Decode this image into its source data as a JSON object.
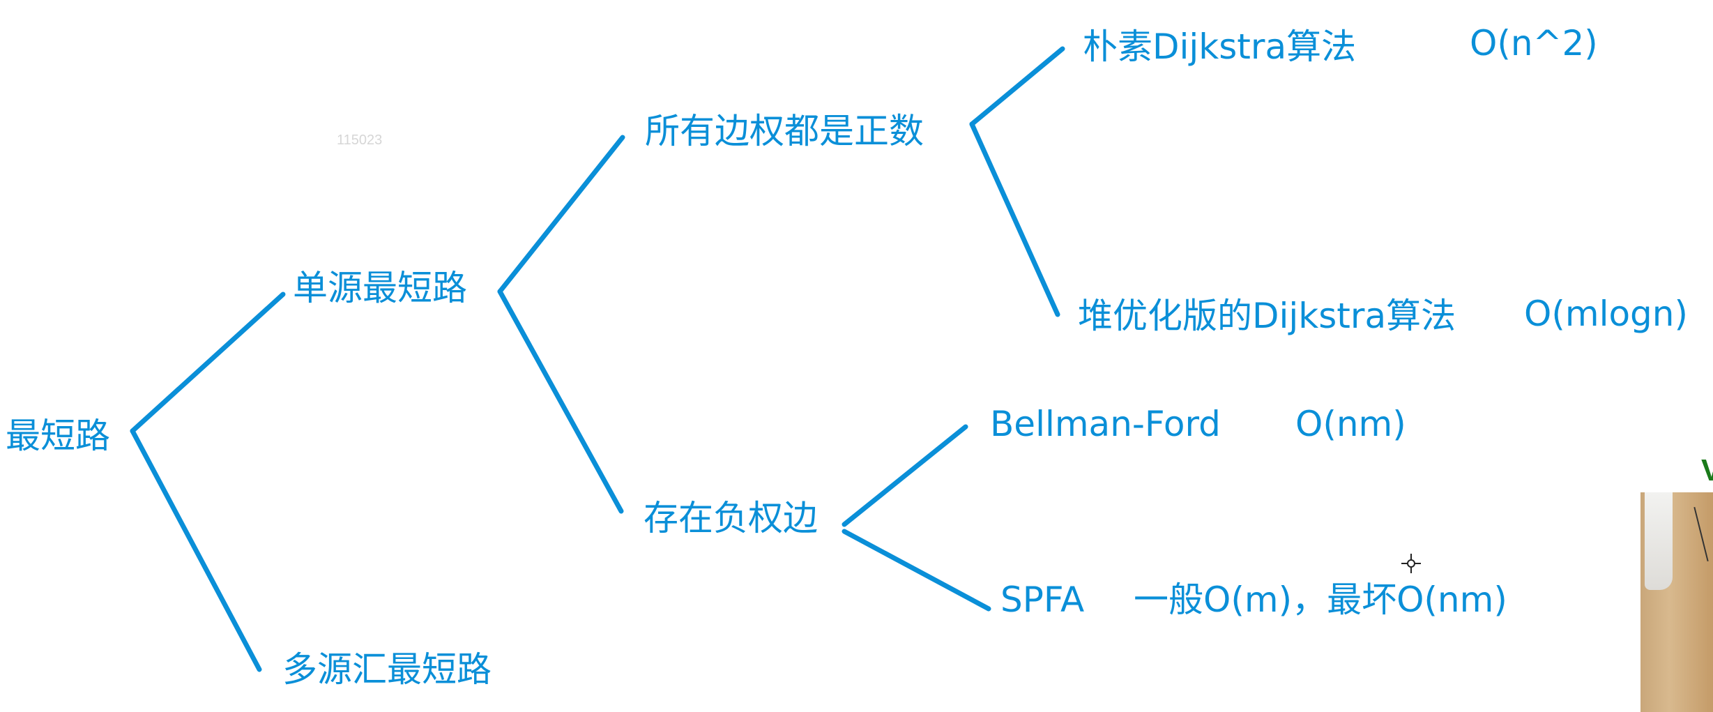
{
  "diagram": {
    "root": "最短路",
    "single_source": "单源最短路",
    "multi_source": "多源汇最短路",
    "all_positive": "所有边权都是正数",
    "has_negative": "存在负权边",
    "naive_dijkstra": "朴素Dijkstra算法",
    "naive_dijkstra_complexity": "O(n^2)",
    "heap_dijkstra": "堆优化版的Dijkstra算法",
    "heap_dijkstra_complexity": "O(mlogn)",
    "bellman_ford": "Bellman-Ford",
    "bellman_ford_complexity": "O(nm)",
    "spfa": "SPFA",
    "spfa_complexity": "一般O(m)，最坏O(nm)"
  },
  "watermark": "115023",
  "video_overlay": {
    "label": "V"
  },
  "colors": {
    "accent": "#0a8fd8",
    "background": "#ffffff"
  },
  "icons": {
    "cursor": "crosshair-cursor-icon"
  }
}
